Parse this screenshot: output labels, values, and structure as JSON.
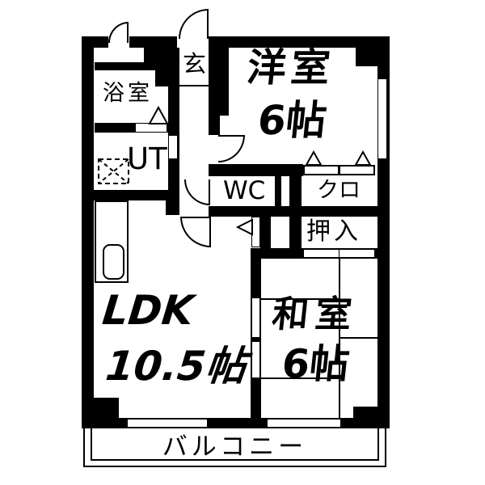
{
  "plan": {
    "background_color": "#ffffff",
    "wall_color": "#000000",
    "rooms": {
      "genkan": {
        "label": "玄"
      },
      "bath": {
        "label": "浴室"
      },
      "utility": {
        "label": "UT"
      },
      "wc": {
        "label": "WC"
      },
      "western_room": {
        "label": "洋室",
        "size": "6帖"
      },
      "closet": {
        "label": "クロ"
      },
      "oshiire": {
        "label": "押入"
      },
      "ldk": {
        "label": "LDK",
        "size": "10.5帖"
      },
      "japanese_room": {
        "label": "和室",
        "size": "6帖"
      },
      "balcony": {
        "label": "バルコニー"
      }
    }
  }
}
